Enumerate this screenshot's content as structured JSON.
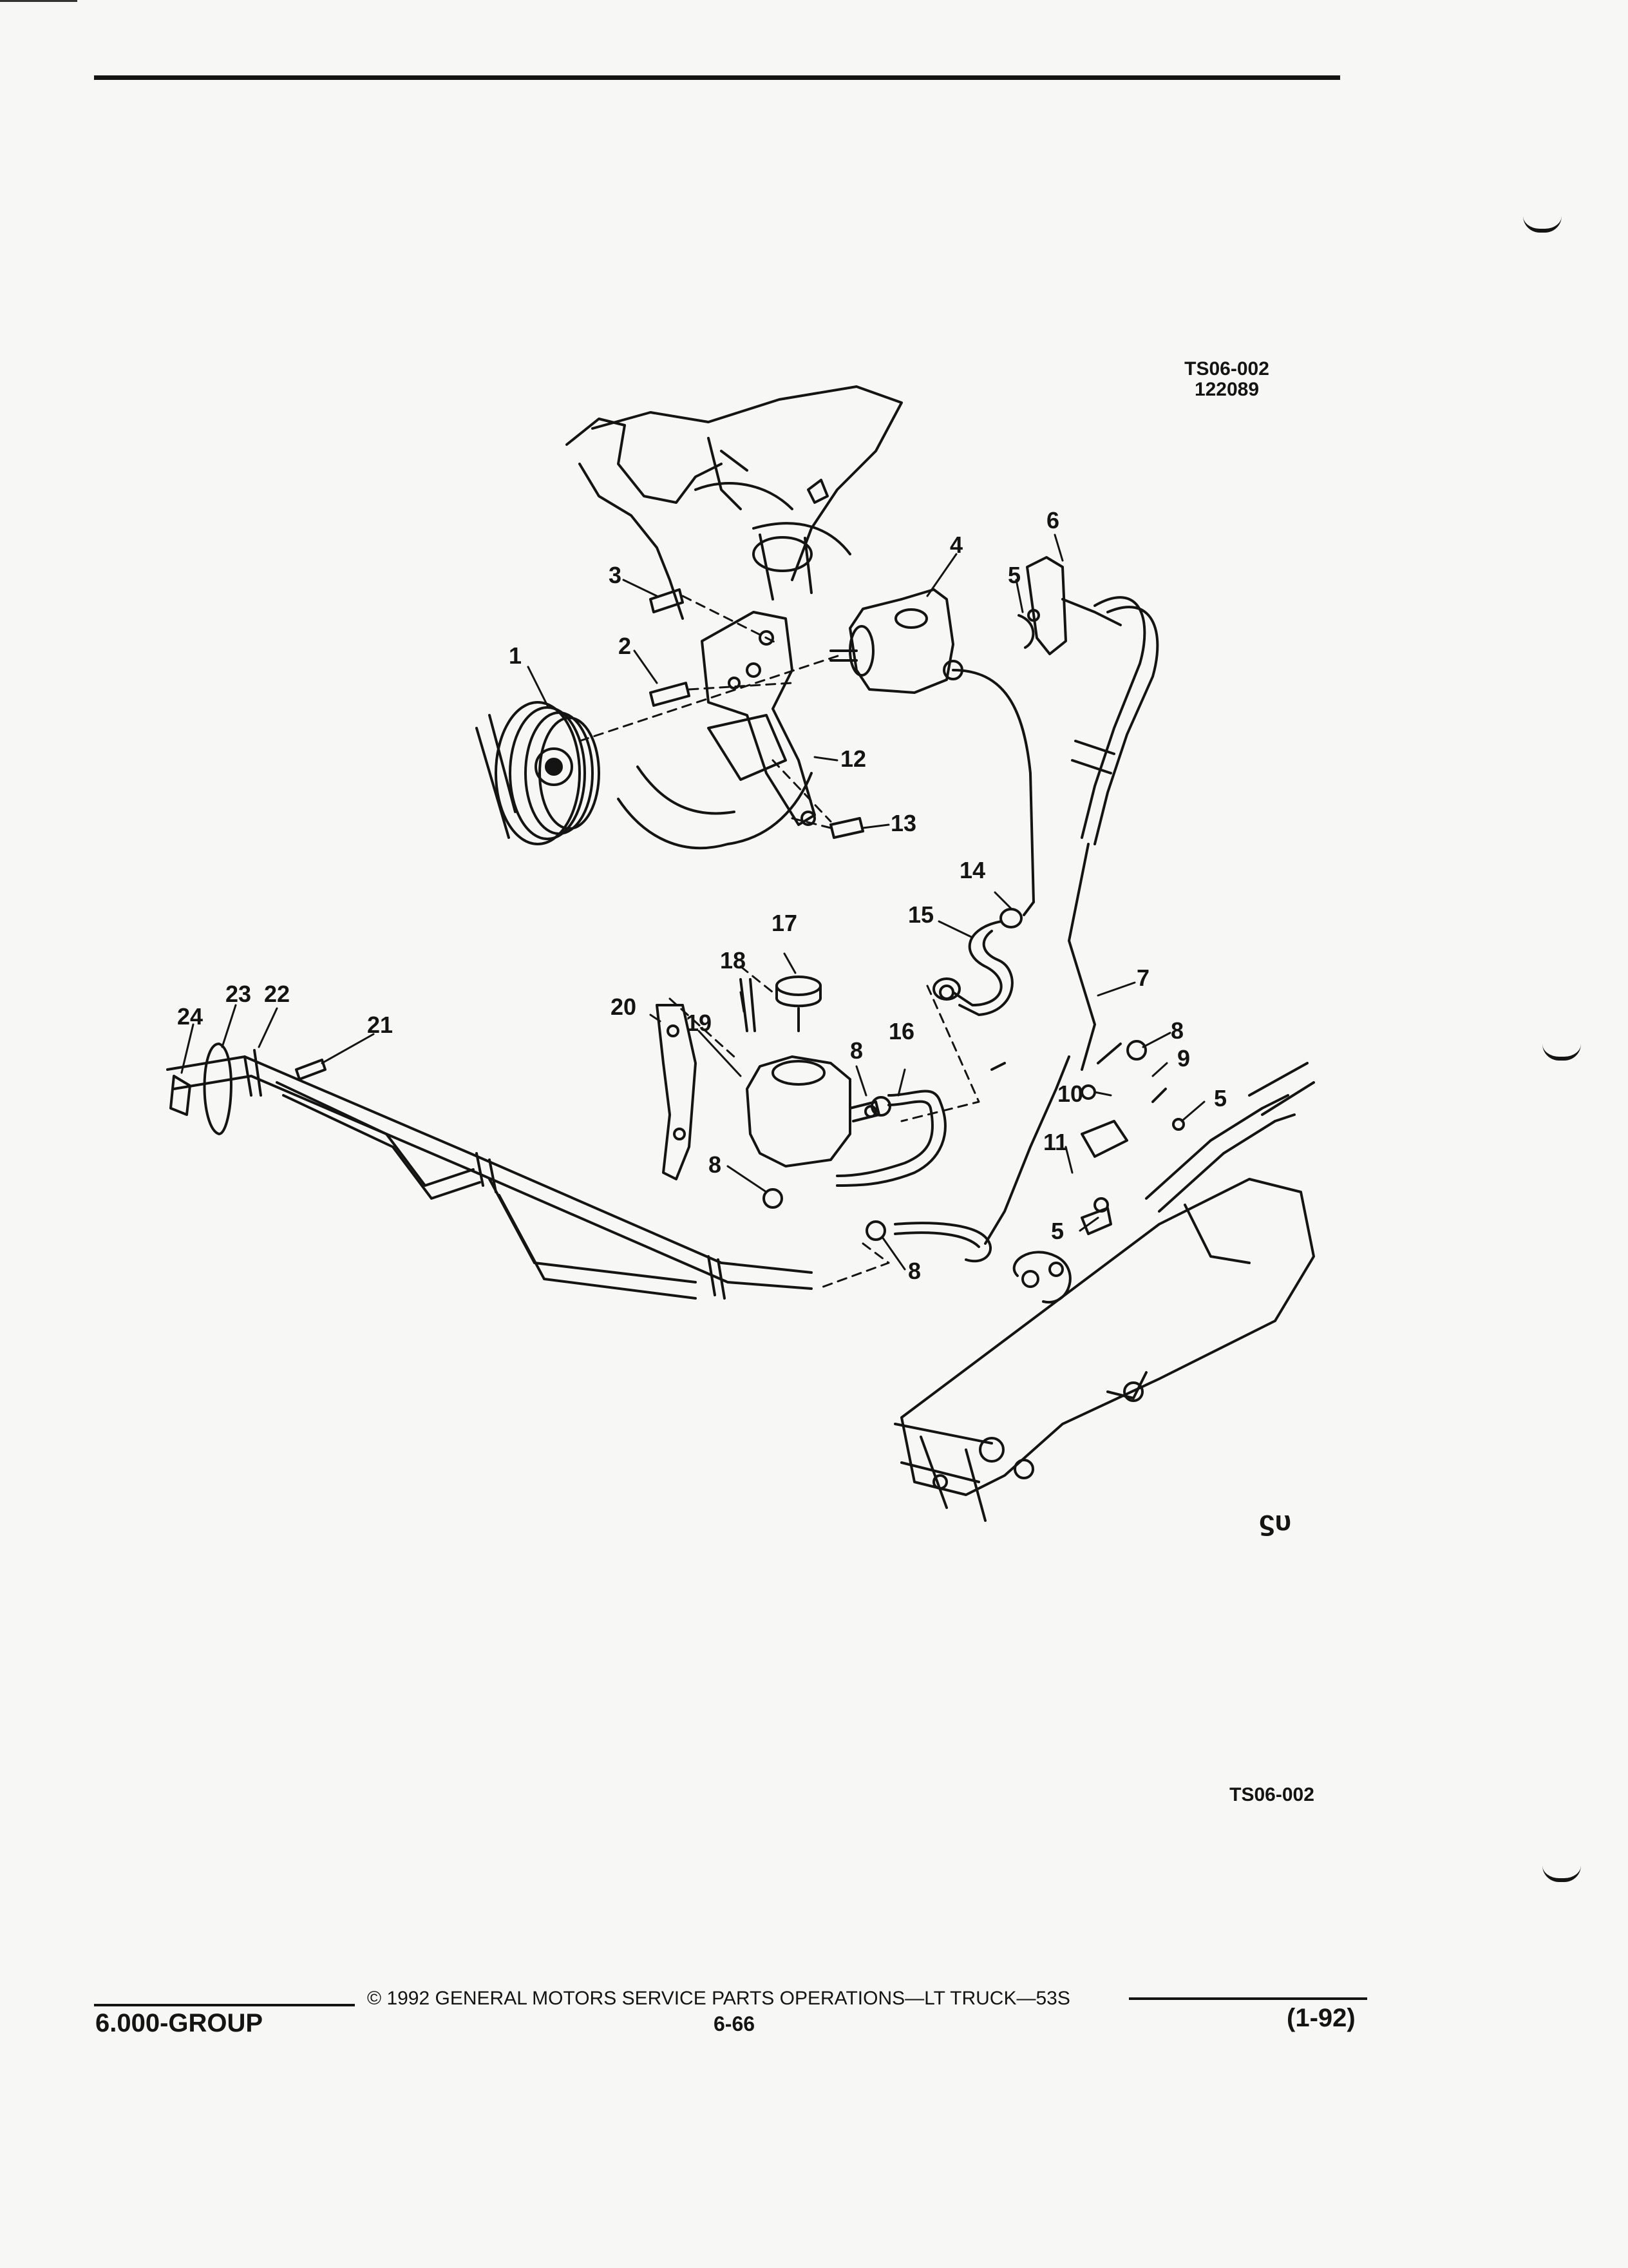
{
  "figure": {
    "code_top": "TS06-002",
    "code_date": "122089",
    "code_bottom": "TS06-002",
    "logo_mark": "ϛᴜ"
  },
  "callouts": [
    {
      "n": "1"
    },
    {
      "n": "2"
    },
    {
      "n": "3"
    },
    {
      "n": "4"
    },
    {
      "n": "5"
    },
    {
      "n": "6"
    },
    {
      "n": "12"
    },
    {
      "n": "13"
    },
    {
      "n": "14"
    },
    {
      "n": "15"
    },
    {
      "n": "17"
    },
    {
      "n": "18"
    },
    {
      "n": "20"
    },
    {
      "n": "19"
    },
    {
      "n": "8"
    },
    {
      "n": "16"
    },
    {
      "n": "7"
    },
    {
      "n": "8"
    },
    {
      "n": "9"
    },
    {
      "n": "10"
    },
    {
      "n": "5"
    },
    {
      "n": "11"
    },
    {
      "n": "5"
    },
    {
      "n": "8"
    },
    {
      "n": "8"
    },
    {
      "n": "23"
    },
    {
      "n": "22"
    },
    {
      "n": "24"
    },
    {
      "n": "21"
    }
  ],
  "footer": {
    "copyright": "©  1992  GENERAL MOTORS SERVICE PARTS OPERATIONS—LT TRUCK—53S",
    "group": "6.000-GROUP",
    "page": "6-66",
    "date": "(1-92)"
  }
}
